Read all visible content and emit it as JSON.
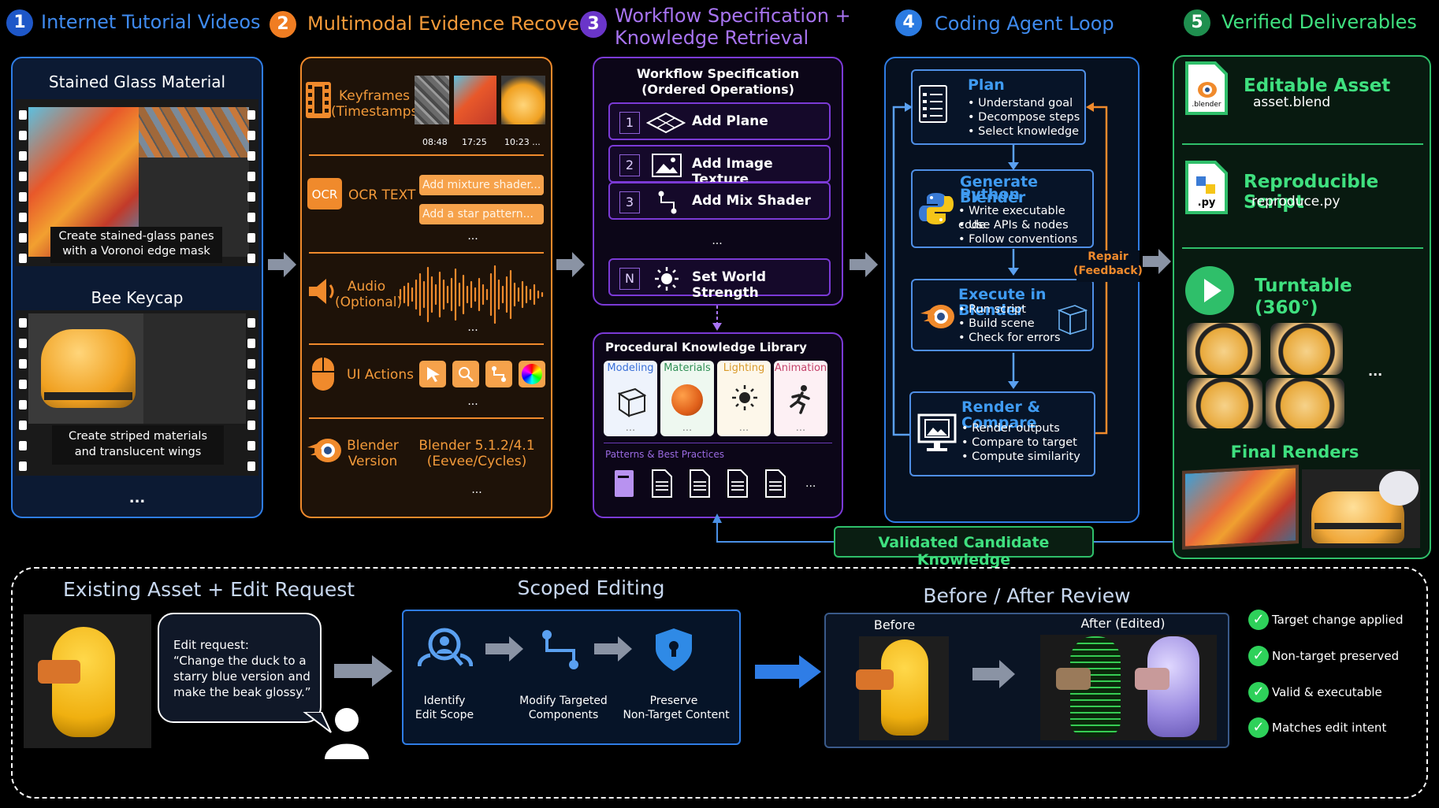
{
  "headers": [
    {
      "num": "1",
      "title": "Internet Tutorial Videos"
    },
    {
      "num": "2",
      "title": "Multimodal Evidence Recovery"
    },
    {
      "num": "3",
      "title_l1": "Workflow Specification +",
      "title_l2": "Knowledge Retrieval"
    },
    {
      "num": "4",
      "title": "Coding Agent Loop"
    },
    {
      "num": "5",
      "title": "Verified Deliverables"
    }
  ],
  "videos": {
    "v1_title": "Stained Glass Material",
    "v1_caption_l1": "Create stained-glass panes",
    "v1_caption_l2": "with a Voronoi edge mask",
    "v2_title": "Bee Keycap",
    "v2_caption_l1": "Create striped materials",
    "v2_caption_l2": "and translucent wings",
    "more": "..."
  },
  "evidence": {
    "keyframes_l1": "Keyframes",
    "keyframes_l2": "(Timestamps)",
    "timestamps": [
      "08:48",
      "17:25",
      "10:23 ..."
    ],
    "ocr_icon": "OCR",
    "ocr_label": "OCR TEXT",
    "ocr_items": [
      "Add mixture shader...",
      "Add a star pattern..."
    ],
    "audio_l1": "Audio",
    "audio_l2": "(Optional)",
    "ui_actions": "UI Actions",
    "blender_l1": "Blender",
    "blender_l2": "Version",
    "version_l1": "Blender 5.1.2/4.1",
    "version_l2": "(Eevee/Cycles)",
    "ellipsis": "..."
  },
  "workflow": {
    "title_l1": "Workflow Specification",
    "title_l2": "(Ordered Operations)",
    "steps": [
      {
        "n": "1",
        "label": "Add Plane"
      },
      {
        "n": "2",
        "label": "Add Image Texture"
      },
      {
        "n": "3",
        "label": "Add Mix Shader"
      },
      {
        "n": "N",
        "label": "Set World Strength"
      }
    ],
    "ellipsis": "..."
  },
  "library": {
    "title": "Procedural Knowledge Library",
    "categories": [
      {
        "label": "Modeling",
        "color": "#3a6fd8"
      },
      {
        "label": "Materials",
        "color": "#2f8f55"
      },
      {
        "label": "Lighting",
        "color": "#d99a2b"
      },
      {
        "label": "Animation",
        "color": "#c4426a"
      }
    ],
    "patterns": "Patterns & Best Practices",
    "ellipsis": "..."
  },
  "loop": {
    "plan_title": "Plan",
    "plan_items": [
      "• Understand goal",
      "• Decompose steps",
      "• Select knowledge"
    ],
    "gen_title_l1": "Generate Blender",
    "gen_title_l2": "Python",
    "gen_items": [
      "• Write executable code",
      "• Use APIs & nodes",
      "• Follow conventions"
    ],
    "exec_title": "Execute in Blender",
    "exec_items": [
      "• Run script",
      "• Build scene",
      "• Check for errors"
    ],
    "render_title": "Render & Compare",
    "render_items": [
      "• Render outputs",
      "• Compare to target",
      "• Compute similarity"
    ],
    "repair_l1": "Repair",
    "repair_l2": "(Feedback)"
  },
  "validated": "Validated Candidate Knowledge",
  "deliverables": {
    "asset_title": "Editable Asset",
    "asset_file": "asset.blend",
    "asset_ext": ".blender",
    "script_title": "Reproducible Script",
    "script_file": "reproduce.py",
    "script_ext": ".py",
    "turntable_l1": "Turntable",
    "turntable_l2": "(360°)",
    "ellipsis": "...",
    "final": "Final Renders"
  },
  "editing": {
    "existing_title": "Existing Asset + Edit Request",
    "request_l1": "Edit request:",
    "request_l2": "“Change the duck to a",
    "request_l3": "starry blue version and",
    "request_l4": "make the beak glossy.”",
    "scoped_title": "Scoped Editing",
    "s1_l1": "Identify",
    "s1_l2": "Edit Scope",
    "s2_l1": "Modify Targeted",
    "s2_l2": "Components",
    "s3_l1": "Preserve",
    "s3_l2": "Non-Target Content",
    "review_title": "Before / After Review",
    "before": "Before",
    "after": "After (Edited)",
    "checks": [
      "Target change applied",
      "Non-target preserved",
      "Valid & executable",
      "Matches edit intent"
    ]
  },
  "colors": {
    "blue": "#2f7de6",
    "orange": "#f08a2c",
    "purple": "#7b3ad6",
    "green": "#2fbf6a",
    "loopblue": "#3f9bf2"
  }
}
